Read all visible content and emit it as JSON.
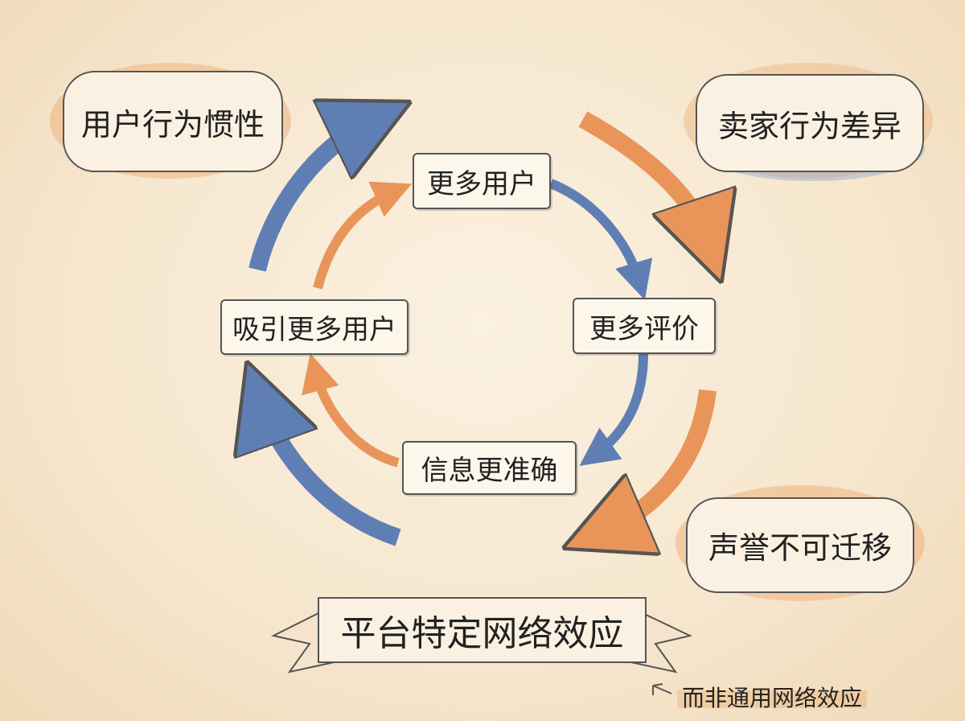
{
  "cycle": {
    "nodes": [
      "更多用户",
      "更多评价",
      "信息更准确",
      "吸引更多用户"
    ]
  },
  "factors": {
    "user_inertia": "用户行为惯性",
    "seller_difference": "卖家行为差异",
    "reputation_non_portable": "声誉不可迁移"
  },
  "banner": "平台特定网络效应",
  "annotation": "而非通用网络效应",
  "colors": {
    "orange": "#e9955a",
    "blue": "#5f7fb4",
    "ink": "#444444"
  }
}
